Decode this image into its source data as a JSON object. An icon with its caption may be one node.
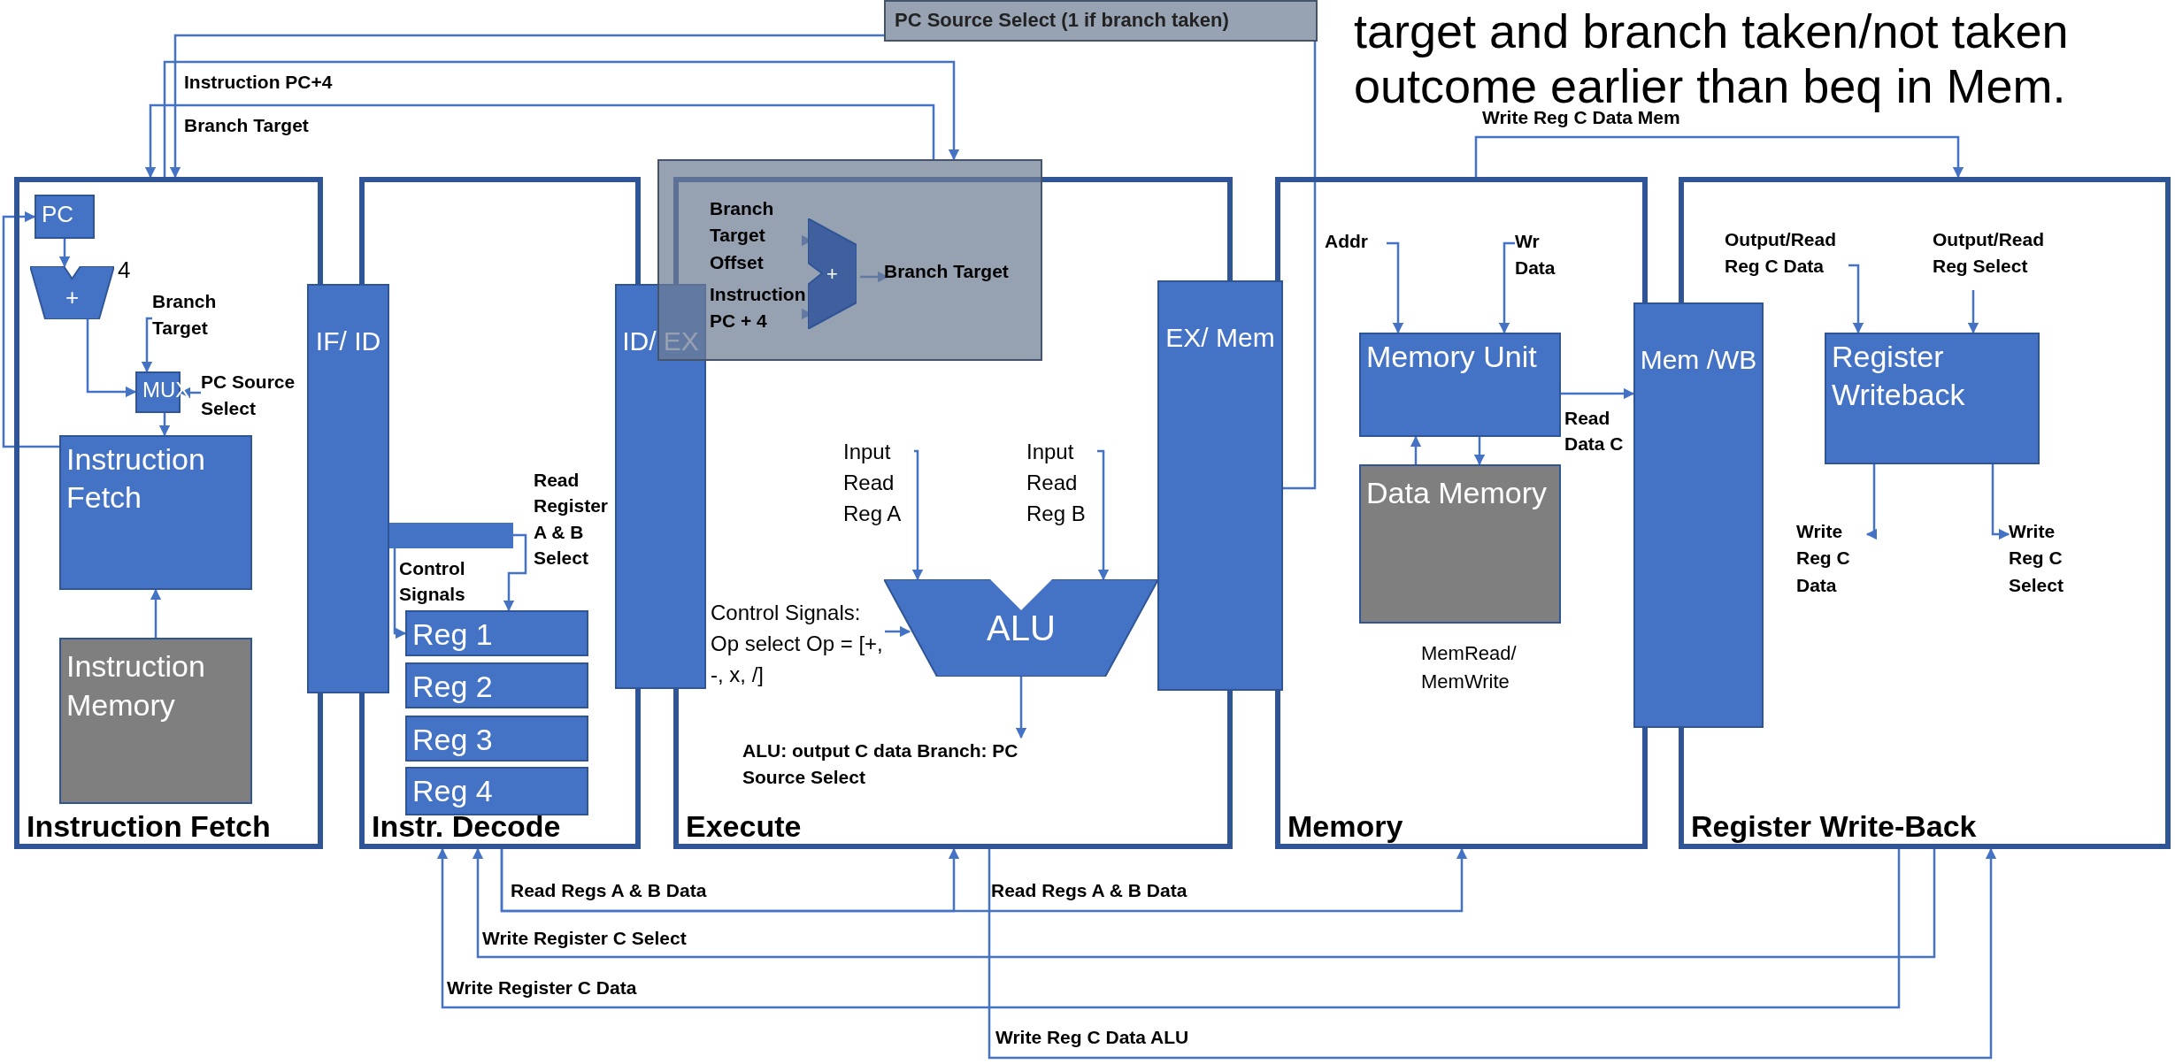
{
  "diagram": {
    "nodes": [
      {
        "text": [
          "Instruction Fetch"
        ]
      },
      {
        "text": [
          "PC"
        ],
        "in": 0
      },
      {
        "text": [
          "+"
        ],
        "in": 0,
        "beside": [
          "4"
        ]
      },
      {
        "text": [
          "MUX"
        ],
        "in": 0
      },
      {
        "text": [
          "Instruction Fetch"
        ],
        "in": 0
      },
      {
        "text": [
          "Instruction Memory"
        ],
        "in": 0
      },
      {
        "text": [
          "IF/ ID"
        ]
      },
      {
        "text": [
          "Instr. Decode"
        ]
      },
      {
        "text": [],
        "shape": "bar",
        "in": 7
      },
      {
        "text": [
          "Reg 1"
        ],
        "in": 7
      },
      {
        "text": [
          "Reg 2"
        ],
        "in": 7
      },
      {
        "text": [
          "Reg 3"
        ],
        "in": 7
      },
      {
        "text": [
          "Reg 4"
        ],
        "in": 7
      },
      {
        "text": [
          "ID/ EX"
        ]
      },
      {
        "text": [
          "Execute"
        ]
      },
      {
        "text": [],
        "shape": "box"
      },
      {
        "text": [
          "+"
        ],
        "in": 15
      },
      {
        "text": [
          "Branch Target Offset"
        ],
        "in": 15
      },
      {
        "text": [
          "Instruction PC + 4"
        ],
        "in": 15
      },
      {
        "text": [
          "Branch Target"
        ],
        "in": 15
      },
      {
        "text": [
          "ALU"
        ],
        "in": 14
      },
      {
        "text": [
          "Input Read Reg A"
        ],
        "in": 14
      },
      {
        "text": [
          "Input Read Reg B"
        ],
        "in": 14
      },
      {
        "text": [
          "Control Signals: Op select Op = [+, -, x, /]"
        ],
        "in": 14
      },
      {
        "text": [
          "ALU: output C data Branch: PC Source Select"
        ],
        "in": 14
      },
      {
        "text": [
          "EX/ Mem"
        ]
      },
      {
        "text": [
          "Memory"
        ]
      },
      {
        "text": [
          "Addr"
        ],
        "in": 26
      },
      {
        "text": [
          "Wr Data"
        ],
        "in": 26
      },
      {
        "text": [
          "Memory Unit"
        ],
        "in": 26
      },
      {
        "text": [
          "Data Memory"
        ],
        "in": 26,
        "beside": [
          "MemRead/ MemWrite"
        ]
      },
      {
        "text": [
          "Mem /WB"
        ]
      },
      {
        "text": [
          "Register Write-Back"
        ]
      },
      {
        "text": [
          "Output/Read Reg C Data"
        ],
        "in": 32
      },
      {
        "text": [
          "Output/Read Reg Select"
        ],
        "in": 32
      },
      {
        "text": [
          "Register Writeback"
        ],
        "in": 32
      },
      {
        "text": [
          "Write Reg C Data"
        ],
        "in": 32
      },
      {
        "text": [
          "Write Reg C Select"
        ],
        "in": 32
      },
      {
        "text": [
          "PC Source Select (1 if branch taken)"
        ]
      },
      {
        "text": [
          "Branch Target"
        ],
        "in": 0
      },
      {
        "text": [
          "PC Source Select"
        ],
        "in": 0
      }
    ],
    "edges": [
      {
        "from": 4,
        "to": 1,
        "arrow": "to"
      },
      {
        "from": 1,
        "to": 2,
        "arrow": "to"
      },
      {
        "from": 2,
        "to": 3,
        "arrow": "to"
      },
      {
        "from": 39,
        "to": 3,
        "arrow": "to"
      },
      {
        "from": 40,
        "to": 3,
        "arrow": "to"
      },
      {
        "from": 3,
        "to": 4,
        "arrow": "to"
      },
      {
        "from": 5,
        "to": 4,
        "arrow": "to"
      },
      {
        "from": 8,
        "to": 9,
        "label": "Read Register A & B Select",
        "arrow": "to"
      },
      {
        "from": 8,
        "to": 9,
        "label": "Control Signals",
        "arrow": "to"
      },
      {
        "from": 17,
        "to": 16,
        "arrow": "to"
      },
      {
        "from": 18,
        "to": 16,
        "arrow": "to"
      },
      {
        "from": 16,
        "to": 19,
        "arrow": "to"
      },
      {
        "from": 21,
        "to": 20,
        "arrow": "to"
      },
      {
        "from": 22,
        "to": 20,
        "arrow": "to"
      },
      {
        "from": 23,
        "to": 20,
        "arrow": "to"
      },
      {
        "from": 20,
        "to": 24,
        "arrow": "to"
      },
      {
        "from": 27,
        "to": 29,
        "arrow": "to"
      },
      {
        "from": 28,
        "to": 29,
        "arrow": "to"
      },
      {
        "from": 29,
        "to": 30,
        "arrow": "to"
      },
      {
        "from": 30,
        "to": 29,
        "arrow": "to"
      },
      {
        "from": 29,
        "to": 31,
        "label": "Read Data C",
        "arrow": "to"
      },
      {
        "from": 33,
        "to": 35,
        "arrow": "to"
      },
      {
        "from": 34,
        "to": 35,
        "arrow": "to"
      },
      {
        "from": 35,
        "to": 36,
        "arrow": "to"
      },
      {
        "from": 35,
        "to": 37,
        "arrow": "to"
      },
      {
        "from": 0,
        "to": 15,
        "label": "Instruction PC+4",
        "arrow": "to"
      },
      {
        "from": 15,
        "to": 0,
        "label": "Branch Target",
        "arrow": "to"
      },
      {
        "from": 38,
        "to": 0,
        "arrow": "to"
      },
      {
        "from": 25,
        "to": 38,
        "arrow": "none"
      },
      {
        "from": 26,
        "to": 32,
        "label": "Write Reg C Data Mem",
        "arrow": "to"
      },
      {
        "from": 7,
        "to": 14,
        "label": "Read Regs A & B Data",
        "arrow": "to"
      },
      {
        "from": 7,
        "to": 26,
        "label": "Read Regs A & B Data",
        "arrow": "to"
      },
      {
        "from": 32,
        "to": 7,
        "label": "Write Register C Select",
        "arrow": "to"
      },
      {
        "from": 32,
        "to": 7,
        "label": "Write Register C Data",
        "arrow": "to"
      },
      {
        "from": 14,
        "to": 32,
        "label": "Write Reg C Data ALU",
        "arrow": "to"
      }
    ],
    "labels": [
      "target and branch taken/not taken outcome earlier than beq in Mem."
    ]
  }
}
